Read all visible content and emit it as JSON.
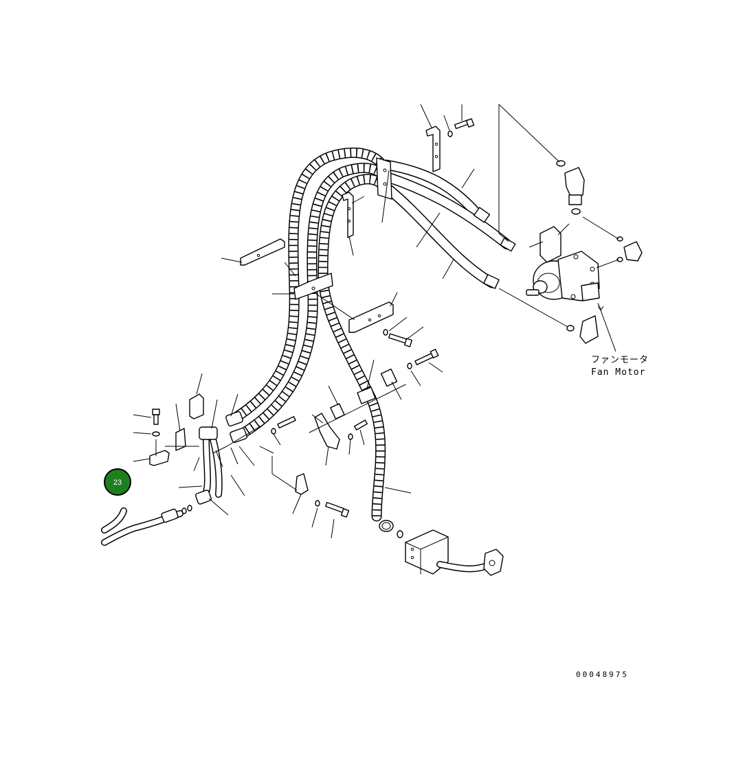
{
  "component_label": {
    "japanese": "ファンモータ",
    "english": "Fan Motor"
  },
  "drawing_code": "00048975",
  "page_badge": {
    "number": "23",
    "color": "#1e7f1e"
  }
}
